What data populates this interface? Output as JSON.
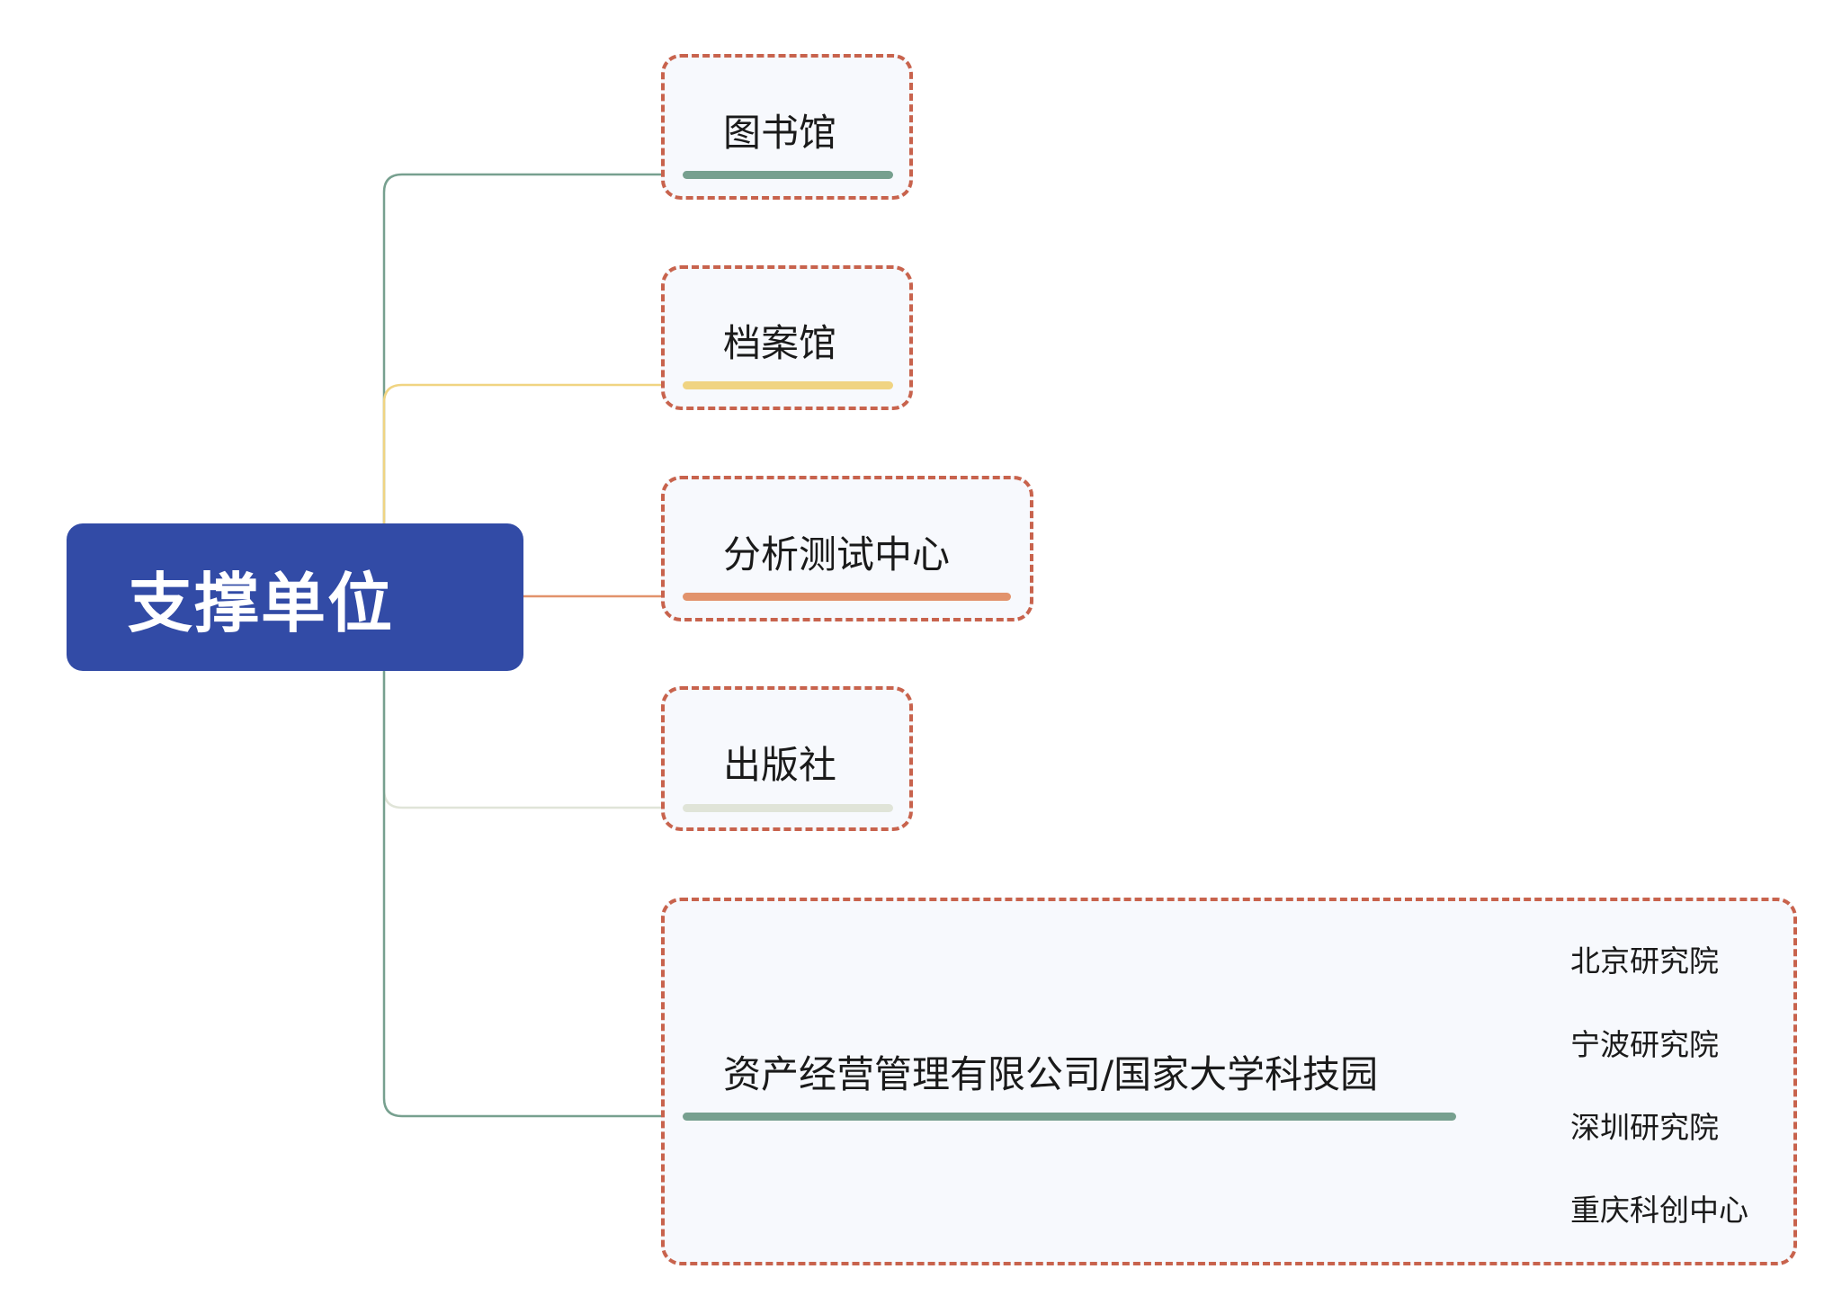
{
  "root": {
    "label": "支撑单位"
  },
  "colors": {
    "root": "#324BA6",
    "border": "#C8634D",
    "green": "#77A08F",
    "yellow": "#F0D482",
    "orange": "#E2936C",
    "grey": "#E0E4D8"
  },
  "branches": [
    {
      "label": "图书馆",
      "color": "#77A08F"
    },
    {
      "label": "档案馆",
      "color": "#F0D482"
    },
    {
      "label": "分析测试中心",
      "color": "#E2936C"
    },
    {
      "label": "出版社",
      "color": "#E0E4D8"
    },
    {
      "label": "资产经营管理有限公司/国家大学科技园",
      "color": "#77A08F",
      "children": [
        "北京研究院",
        "宁波研究院",
        "深圳研究院",
        "重庆科创中心"
      ]
    }
  ]
}
